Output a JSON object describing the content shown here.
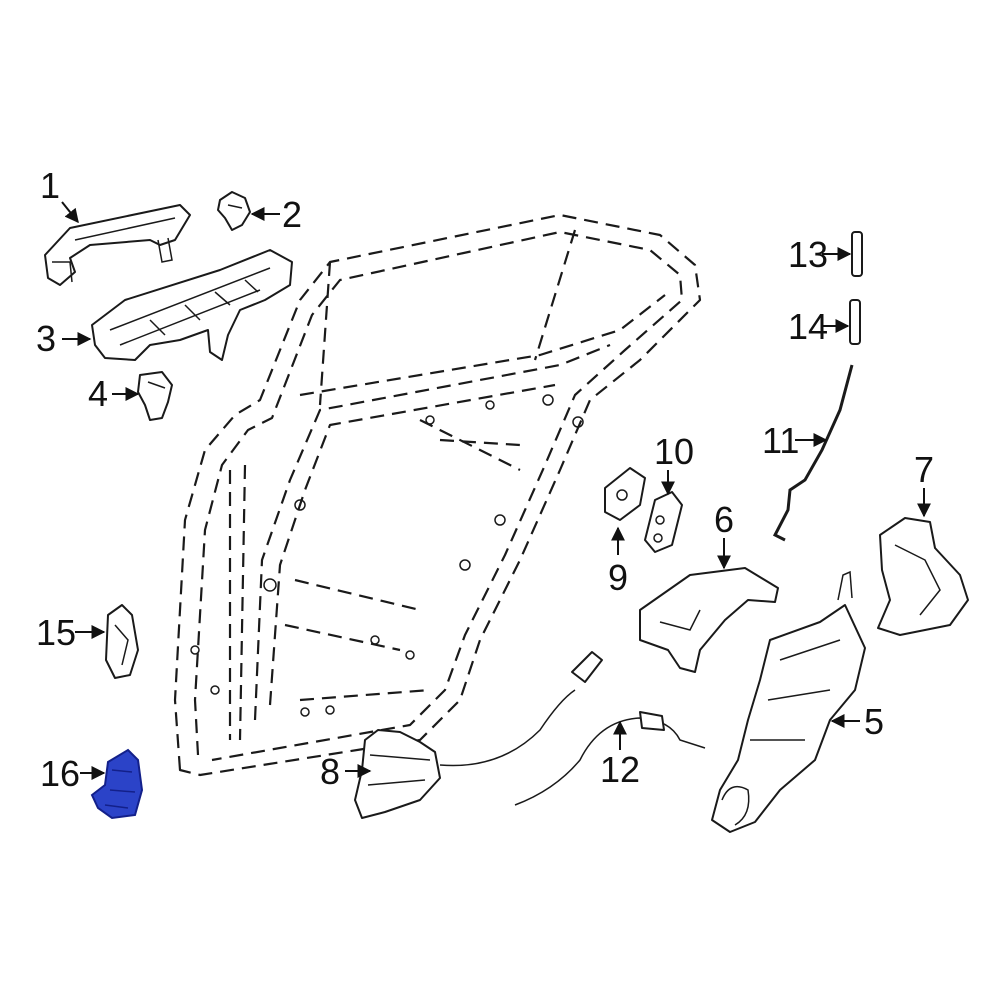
{
  "callouts": {
    "c1": "1",
    "c2": "2",
    "c3": "3",
    "c4": "4",
    "c5": "5",
    "c6": "6",
    "c7": "7",
    "c8": "8",
    "c9": "9",
    "c10": "10",
    "c11": "11",
    "c12": "12",
    "c13": "13",
    "c14": "14",
    "c15": "15",
    "c16": "16"
  },
  "colors": {
    "line": "#1a1a1a",
    "highlight": "#2b43c8",
    "highlight_dark": "#13208a",
    "background": "#ffffff"
  },
  "highlighted_part": "16"
}
